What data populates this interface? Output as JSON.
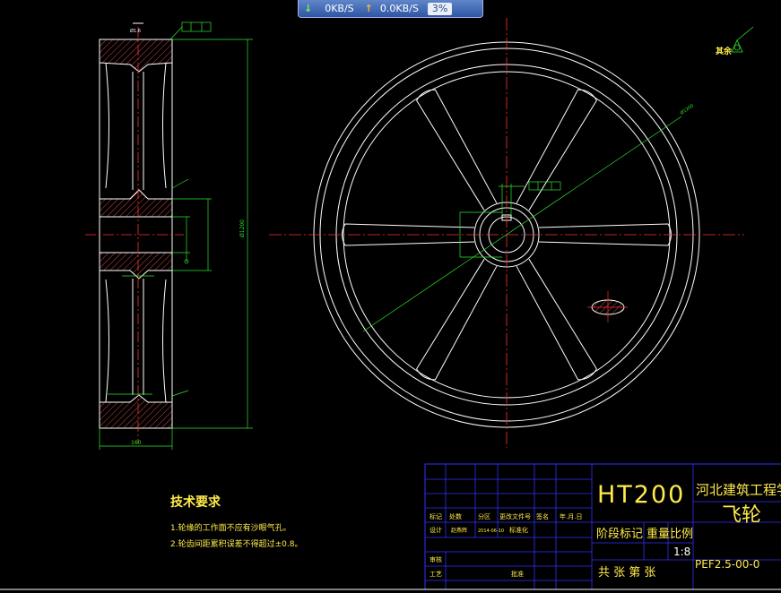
{
  "netmeter": {
    "download": "0KB/S",
    "upload": "0.0KB/S",
    "cpu": "3%"
  },
  "drawing": {
    "surface_label": "其余",
    "dim_side_total_height": "Ø1200",
    "dim_side_width": "160",
    "dim_big_circle": "Ø1200",
    "dim_top": "Ø1.6"
  },
  "tech_requirements": {
    "title": "技术要求",
    "items": [
      "1.轮缘的工作面不应有沙眼气孔。",
      "2.轮齿间距累积误差不得超过±0.8。"
    ]
  },
  "title_block": {
    "material": "HT200",
    "school": "河北建筑工程学",
    "part_name": "飞轮",
    "drawing_no": "PEF2.5-00-0",
    "row_headers": [
      "标记",
      "处数",
      "分区",
      "更改文件号",
      "签名",
      "年.月.日"
    ],
    "designer_label": "设计",
    "designer_name": "赵燕辉",
    "design_date": "2014-06-10",
    "std_label": "标准化",
    "review_label": "审核",
    "process_label": "工艺",
    "approve_label": "批准",
    "stage_label": "阶段标记",
    "weight_label": "重量",
    "scale_label": "比例",
    "scale_value": "1:8",
    "sheet_label": "共  张 第  张"
  }
}
